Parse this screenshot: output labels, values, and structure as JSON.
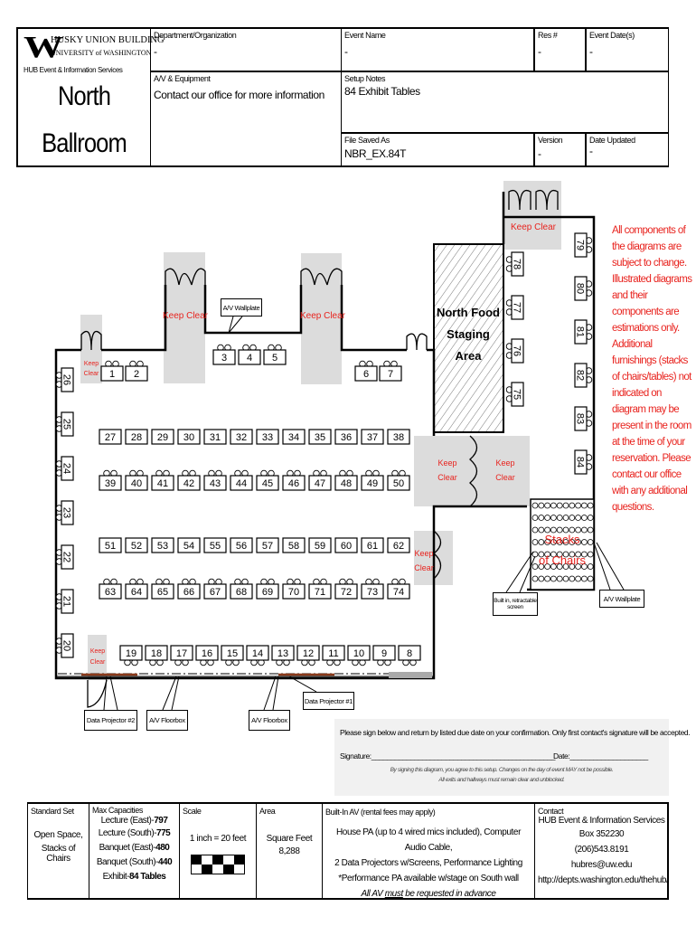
{
  "header": {
    "logo": {
      "mark": "W",
      "line1": "HUSKY UNION BUILDING",
      "line2": "UNIVERSITY of WASHINGTON",
      "line3": "HUB Event & Information Services"
    },
    "room_name_line1": "North",
    "room_name_line2": "Ballroom",
    "department": {
      "label": "Department/Organization",
      "value": "-"
    },
    "event_name": {
      "label": "Event Name",
      "value": "-"
    },
    "res_number": {
      "label": "Res #",
      "value": "-"
    },
    "event_dates": {
      "label": "Event Date(s)",
      "value": "-"
    },
    "av_equipment": {
      "label": "A/V & Equipment",
      "value": "Contact our office for more information"
    },
    "setup_notes": {
      "label": "Setup Notes",
      "value": "84 Exhibit Tables"
    },
    "file_saved_as": {
      "label": "File Saved As",
      "value": "NBR_EX.84T"
    },
    "version": {
      "label": "Version",
      "value": "-"
    },
    "date_updated": {
      "label": "Date Updated",
      "value": "-"
    }
  },
  "floorplan": {
    "keep_clear": "Keep Clear",
    "keep": "Keep",
    "clear": "Clear",
    "staging_area": [
      "North Food",
      "Staging",
      "Area"
    ],
    "stacks_of_chairs": [
      "Stacks",
      "of Chairs"
    ],
    "tables": {
      "top_left": [
        "1",
        "2"
      ],
      "top_center": [
        "3",
        "4",
        "5"
      ],
      "top_right": [
        "6",
        "7"
      ],
      "row_a": [
        "27",
        "28",
        "29",
        "30",
        "31",
        "32",
        "33",
        "34",
        "35",
        "36",
        "37",
        "38"
      ],
      "row_b": [
        "39",
        "40",
        "41",
        "42",
        "43",
        "44",
        "45",
        "46",
        "47",
        "48",
        "49",
        "50"
      ],
      "row_c": [
        "51",
        "52",
        "53",
        "54",
        "55",
        "56",
        "57",
        "58",
        "59",
        "60",
        "61",
        "62"
      ],
      "row_d": [
        "63",
        "64",
        "65",
        "66",
        "67",
        "68",
        "69",
        "70",
        "71",
        "72",
        "73",
        "74"
      ],
      "bottom_row": [
        "19",
        "18",
        "17",
        "16",
        "15",
        "14",
        "13",
        "12",
        "11",
        "10",
        "9",
        "8"
      ],
      "left_column": [
        "26",
        "25",
        "24",
        "23",
        "22",
        "21",
        "20"
      ],
      "right_inner": [
        "78",
        "77",
        "76",
        "75"
      ],
      "right_outer": [
        "79",
        "80",
        "81",
        "82",
        "83",
        "84"
      ]
    },
    "callouts": {
      "av_wallplate_top": "A/V Wallplate",
      "av_wallplate_right": "A/V Wallplate",
      "retractable_screen": "Built in, retractable screen",
      "data_projector_1": "Data Projector #1",
      "data_projector_2": "Data Projector #2",
      "av_floorbox_1": "A/V Floorbox",
      "av_floorbox_2": "A/V Floorbox"
    },
    "disclaimer": "All components of the diagrams are subject to change. Illustrated diagrams and their components are estimations only. Additional furnishings (stacks of chairs/tables) not indicated on diagram may be present in the room at the time of your reservation. Please contact our office with any additional questions.",
    "colors": {
      "keep_clear_text": "#e8231e",
      "keep_clear_fill": "#dcdcdc",
      "wall": "#000000",
      "projector_screen": "#8b3a1a"
    }
  },
  "signature": {
    "instruction": "Please sign below and return by listed due date on your confirmation.  Only first contact's signature will be accepted.",
    "signature_label": "Signature:_______________________________________________",
    "date_label": "Date:____________________",
    "fine_print_1": "By signing this diagram, you agree to this setup. Changes on the day of event MAY not be possible.",
    "fine_print_2": "All exits and hallways must remain clear and unblocked."
  },
  "footer": {
    "standard_set": {
      "label": "Standard Set",
      "value_1": "Open Space,",
      "value_2": "Stacks of Chairs"
    },
    "max_capacities": {
      "label": "Max Capacities",
      "items": [
        {
          "name": "Lecture (East)-",
          "value": "797"
        },
        {
          "name": "Lecture (South)-",
          "value": "775"
        },
        {
          "name": "Banquet (East)-",
          "value": "480"
        },
        {
          "name": "Banquet (South)-",
          "value": "440"
        },
        {
          "name": "Exhibit-",
          "value": "84 Tables"
        }
      ]
    },
    "scale": {
      "label": "Scale",
      "value": "1 inch = 20 feet"
    },
    "area": {
      "label": "Area",
      "unit": "Square Feet",
      "value": "8,288"
    },
    "built_in_av": {
      "label": "Built-In AV (rental fees may apply)",
      "line1": "House PA (up to 4 wired mics included), Computer Audio Cable,",
      "line2": "2 Data Projectors w/Screens, Performance Lighting",
      "line3": "*Performance PA available w/stage on South wall",
      "line4_pre": "All AV ",
      "line4_em": "must",
      "line4_post": " be requested in advance"
    },
    "contact": {
      "label": "Contact",
      "org": "HUB Event & Information Services",
      "box": "Box 352230",
      "phone": "(206)543.8191",
      "email": "hubres@uw.edu",
      "url": "http://depts.washington.edu/thehub/"
    }
  }
}
